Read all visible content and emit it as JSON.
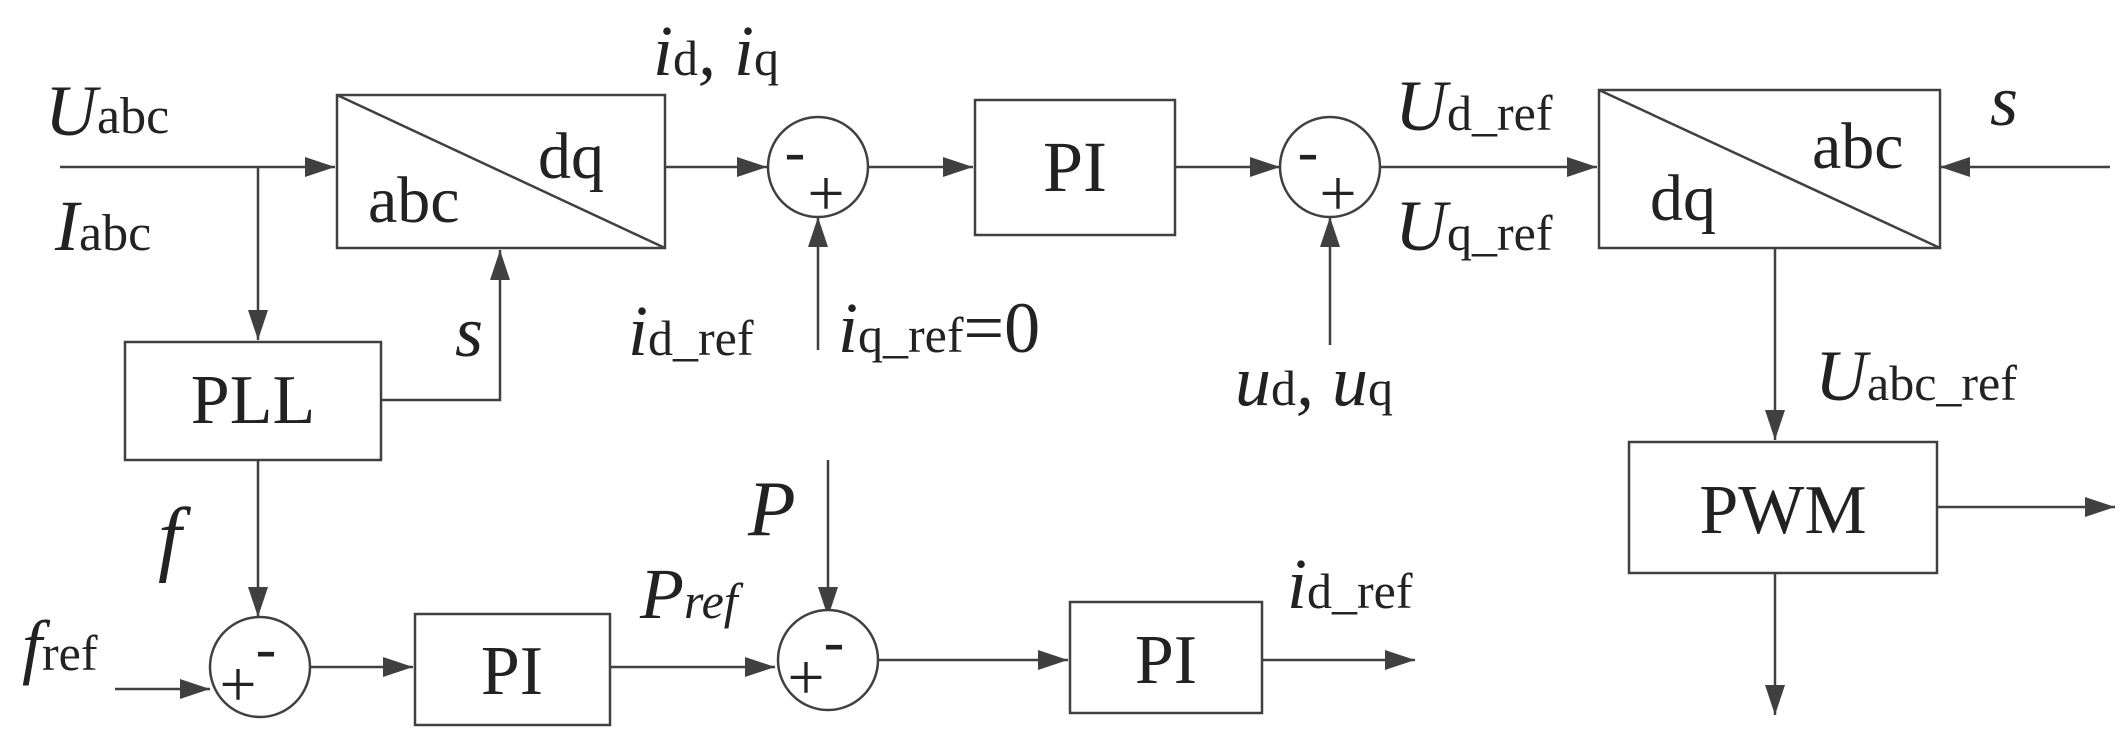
{
  "blocks": {
    "abc_dq": {
      "in_label": "abc",
      "out_label": "dq"
    },
    "pi_current": {
      "label": "PI"
    },
    "dq_abc": {
      "in_label": "dq",
      "out_label": "abc"
    },
    "pll": {
      "label": "PLL"
    },
    "pwm": {
      "label": "PWM"
    },
    "pi_freq": {
      "label": "PI"
    },
    "pi_power": {
      "label": "PI"
    }
  },
  "summers": {
    "current": {
      "top": "-",
      "bottom": "+"
    },
    "voltage": {
      "top": "-",
      "bottom": "+"
    },
    "freq": {
      "left": "+",
      "right": "-"
    },
    "power": {
      "left": "+",
      "right": "-"
    }
  },
  "signals": {
    "u_abc": {
      "main": "U",
      "sub": "abc"
    },
    "i_abc": {
      "main": "I",
      "sub": "abc"
    },
    "s_pll": {
      "main": "s"
    },
    "s_right": {
      "main": "s"
    },
    "idq": {
      "main1": "i",
      "sub1": "d",
      "sep": ", ",
      "main2": "i",
      "sub2": "q"
    },
    "id_ref_in": {
      "main": "i",
      "sub": "d_ref"
    },
    "iq_ref": {
      "main": "i",
      "sub": "q_ref",
      "suffix": "=0"
    },
    "udq": {
      "main1": "u",
      "sub1": "d",
      "sep": ", ",
      "main2": "u",
      "sub2": "q"
    },
    "ud_ref": {
      "main": "U",
      "sub": "d_ref"
    },
    "uq_ref": {
      "main": "U",
      "sub": "q_ref"
    },
    "uabc_ref": {
      "main": "U",
      "sub": "abc_ref"
    },
    "f": {
      "main": "f"
    },
    "f_ref": {
      "main": "f",
      "sub": "ref"
    },
    "p": {
      "main": "P"
    },
    "p_ref": {
      "main": "P",
      "sub": "ref"
    },
    "id_ref_out": {
      "main": "i",
      "sub": "d_ref"
    }
  }
}
